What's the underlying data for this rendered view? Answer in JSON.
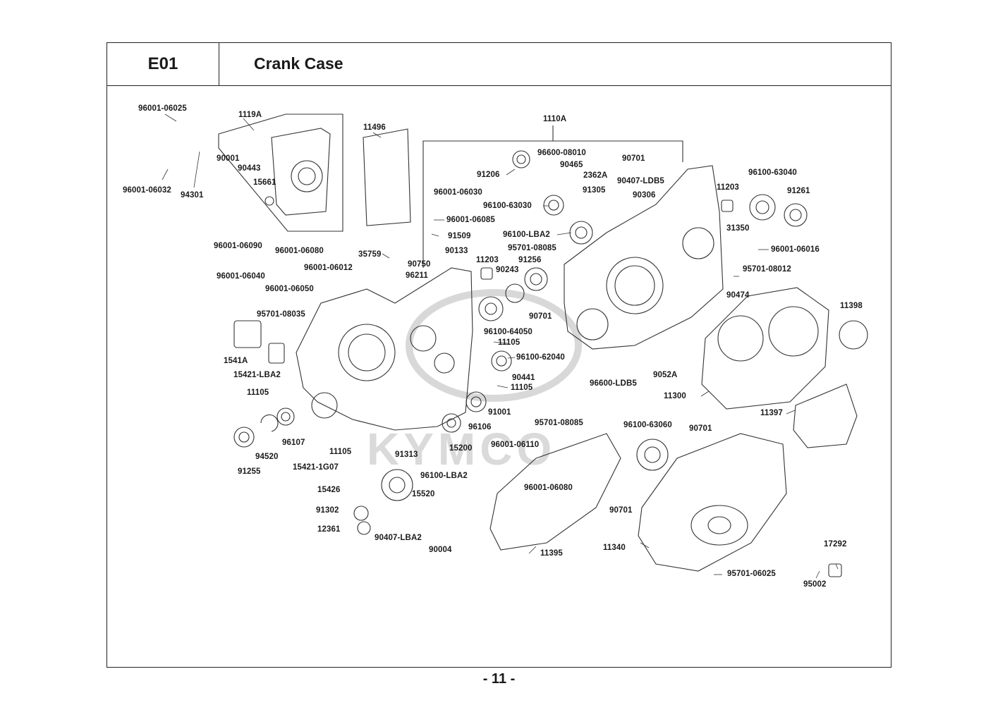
{
  "header": {
    "code": "E01",
    "title": "Crank Case"
  },
  "page_number": "- 11 -",
  "watermark": "KYMCO",
  "parts": [
    {
      "id": "p01",
      "label": "96001-06025"
    },
    {
      "id": "p02",
      "label": "1119A"
    },
    {
      "id": "p03",
      "label": "11496"
    },
    {
      "id": "p04",
      "label": "1110A"
    },
    {
      "id": "p05",
      "label": "90001"
    },
    {
      "id": "p06",
      "label": "90443"
    },
    {
      "id": "p07",
      "label": "15661"
    },
    {
      "id": "p08",
      "label": "96001-06032"
    },
    {
      "id": "p09",
      "label": "94301"
    },
    {
      "id": "p10",
      "label": "96600-08010"
    },
    {
      "id": "p11",
      "label": "90701"
    },
    {
      "id": "p12",
      "label": "90465"
    },
    {
      "id": "p13",
      "label": "2362A"
    },
    {
      "id": "p14",
      "label": "91206"
    },
    {
      "id": "p15",
      "label": "91305"
    },
    {
      "id": "p16",
      "label": "90407-LDB5"
    },
    {
      "id": "p17",
      "label": "96100-63040"
    },
    {
      "id": "p18",
      "label": "11203"
    },
    {
      "id": "p19",
      "label": "91261"
    },
    {
      "id": "p20",
      "label": "96001-06030"
    },
    {
      "id": "p21",
      "label": "96100-63030"
    },
    {
      "id": "p22",
      "label": "90306"
    },
    {
      "id": "p23",
      "label": "96001-06085"
    },
    {
      "id": "p24",
      "label": "31350"
    },
    {
      "id": "p25",
      "label": "91509"
    },
    {
      "id": "p26",
      "label": "96100-LBA2"
    },
    {
      "id": "p27",
      "label": "96001-06090"
    },
    {
      "id": "p28",
      "label": "96001-06080"
    },
    {
      "id": "p29",
      "label": "90133"
    },
    {
      "id": "p30",
      "label": "95701-08085"
    },
    {
      "id": "p31",
      "label": "96001-06016"
    },
    {
      "id": "p32",
      "label": "35759"
    },
    {
      "id": "p33",
      "label": "11203"
    },
    {
      "id": "p34",
      "label": "91256"
    },
    {
      "id": "p35",
      "label": "96001-06012"
    },
    {
      "id": "p36",
      "label": "90750"
    },
    {
      "id": "p37",
      "label": "90243"
    },
    {
      "id": "p38",
      "label": "95701-08012"
    },
    {
      "id": "p39",
      "label": "96001-06040"
    },
    {
      "id": "p40",
      "label": "96211"
    },
    {
      "id": "p41",
      "label": "96001-06050"
    },
    {
      "id": "p42",
      "label": "90474"
    },
    {
      "id": "p43",
      "label": "11398"
    },
    {
      "id": "p44",
      "label": "90701"
    },
    {
      "id": "p45",
      "label": "95701-08035"
    },
    {
      "id": "p46",
      "label": "96100-64050"
    },
    {
      "id": "p47",
      "label": "11105"
    },
    {
      "id": "p48",
      "label": "1541A"
    },
    {
      "id": "p49",
      "label": "96100-62040"
    },
    {
      "id": "p50",
      "label": "15421-LBA2"
    },
    {
      "id": "p51",
      "label": "9052A"
    },
    {
      "id": "p52",
      "label": "90441"
    },
    {
      "id": "p53",
      "label": "96600-LDB5"
    },
    {
      "id": "p54",
      "label": "11105"
    },
    {
      "id": "p55",
      "label": "11105"
    },
    {
      "id": "p56",
      "label": "11300"
    },
    {
      "id": "p57",
      "label": "91001"
    },
    {
      "id": "p58",
      "label": "11397"
    },
    {
      "id": "p59",
      "label": "95701-08085"
    },
    {
      "id": "p60",
      "label": "96100-63060"
    },
    {
      "id": "p61",
      "label": "90701"
    },
    {
      "id": "p62",
      "label": "96106"
    },
    {
      "id": "p63",
      "label": "96107"
    },
    {
      "id": "p64",
      "label": "11105"
    },
    {
      "id": "p65",
      "label": "15200"
    },
    {
      "id": "p66",
      "label": "96001-06110"
    },
    {
      "id": "p67",
      "label": "94520"
    },
    {
      "id": "p68",
      "label": "91313"
    },
    {
      "id": "p69",
      "label": "91255"
    },
    {
      "id": "p70",
      "label": "15421-1G07"
    },
    {
      "id": "p71",
      "label": "96100-LBA2"
    },
    {
      "id": "p72",
      "label": "15426"
    },
    {
      "id": "p73",
      "label": "96001-06080"
    },
    {
      "id": "p74",
      "label": "15520"
    },
    {
      "id": "p75",
      "label": "91302"
    },
    {
      "id": "p76",
      "label": "90701"
    },
    {
      "id": "p77",
      "label": "12361"
    },
    {
      "id": "p78",
      "label": "11340"
    },
    {
      "id": "p79",
      "label": "90407-LBA2"
    },
    {
      "id": "p80",
      "label": "90004"
    },
    {
      "id": "p81",
      "label": "11395"
    },
    {
      "id": "p82",
      "label": "17292"
    },
    {
      "id": "p83",
      "label": "95701-06025"
    },
    {
      "id": "p84",
      "label": "95002"
    }
  ]
}
